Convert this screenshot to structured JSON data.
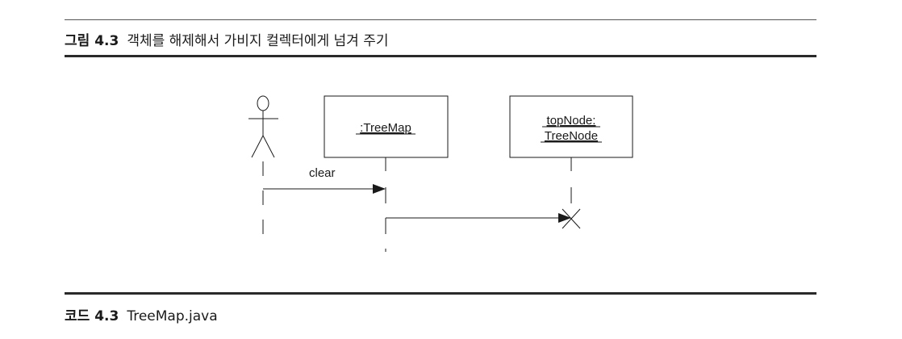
{
  "figure": {
    "number": "그림 4.3",
    "title": "객체를 해제해서 가비지 컬렉터에게 넘겨 주기"
  },
  "diagram": {
    "objects": [
      {
        "label_lines": [
          ":TreeMap"
        ]
      },
      {
        "label_lines": [
          "topNode:",
          "TreeNode"
        ]
      }
    ],
    "messages": [
      {
        "label": "clear"
      }
    ]
  },
  "code": {
    "number": "코드 4.3",
    "title": "TreeMap.java"
  }
}
